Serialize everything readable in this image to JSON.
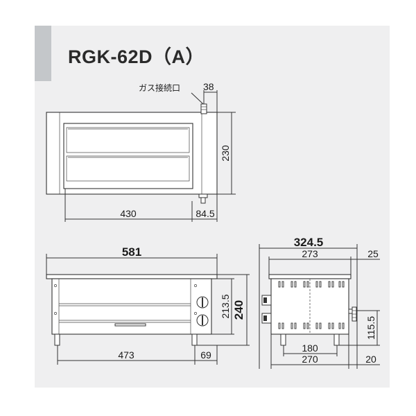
{
  "page": {
    "title": "RGK-62D（A）",
    "accent_color": "#c4c7ca",
    "panel_color": "#efeff0"
  },
  "top_view": {
    "gas_inlet_label": "ガス接続口",
    "dim_gas_offset": "38",
    "dim_depth": "230",
    "dim_width_main": "430",
    "dim_right_offset": "84.5"
  },
  "front_view": {
    "dim_overall_width": "581",
    "dim_height_total": "240",
    "dim_height_body": "213.5",
    "dim_leg_span": "473",
    "dim_leg_offset": "69"
  },
  "side_view": {
    "dim_overall_depth": "324.5",
    "dim_top_depth": "273",
    "dim_front_protrusion": "25",
    "dim_gas_height": "115.5",
    "dim_leg_span": "180",
    "dim_base_depth": "270",
    "dim_rear_offset": "20"
  }
}
